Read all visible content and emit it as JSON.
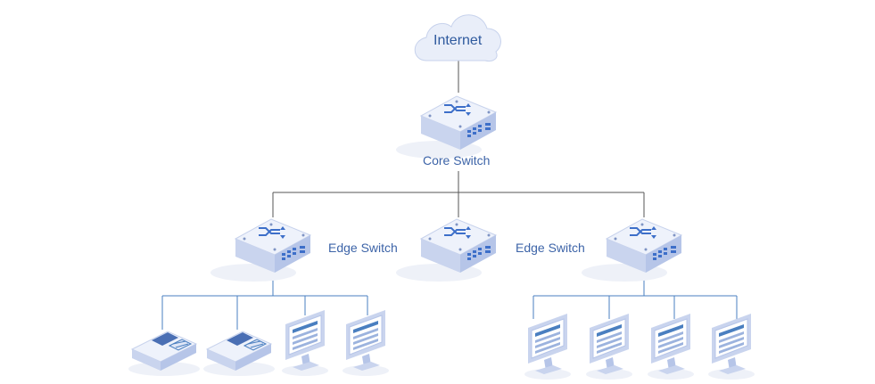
{
  "nodes": {
    "internet": "Internet",
    "core_switch": "Core Switch",
    "edge_switch_left": "Edge Switch",
    "edge_switch_right": "Edge Switch"
  },
  "colors": {
    "line": "#555555",
    "line_light": "#4a7fc0",
    "device_top": "#eef2fb",
    "device_side": "#c9d4ee",
    "device_front": "#b8c6e8",
    "accent": "#3d6fc9",
    "label": "#3d64a8",
    "shadow": "#eef1f8"
  },
  "icons": {
    "cloud": "cloud-icon",
    "switch": "switch-icon",
    "phone": "ip-phone-icon",
    "monitor": "monitor-icon"
  }
}
